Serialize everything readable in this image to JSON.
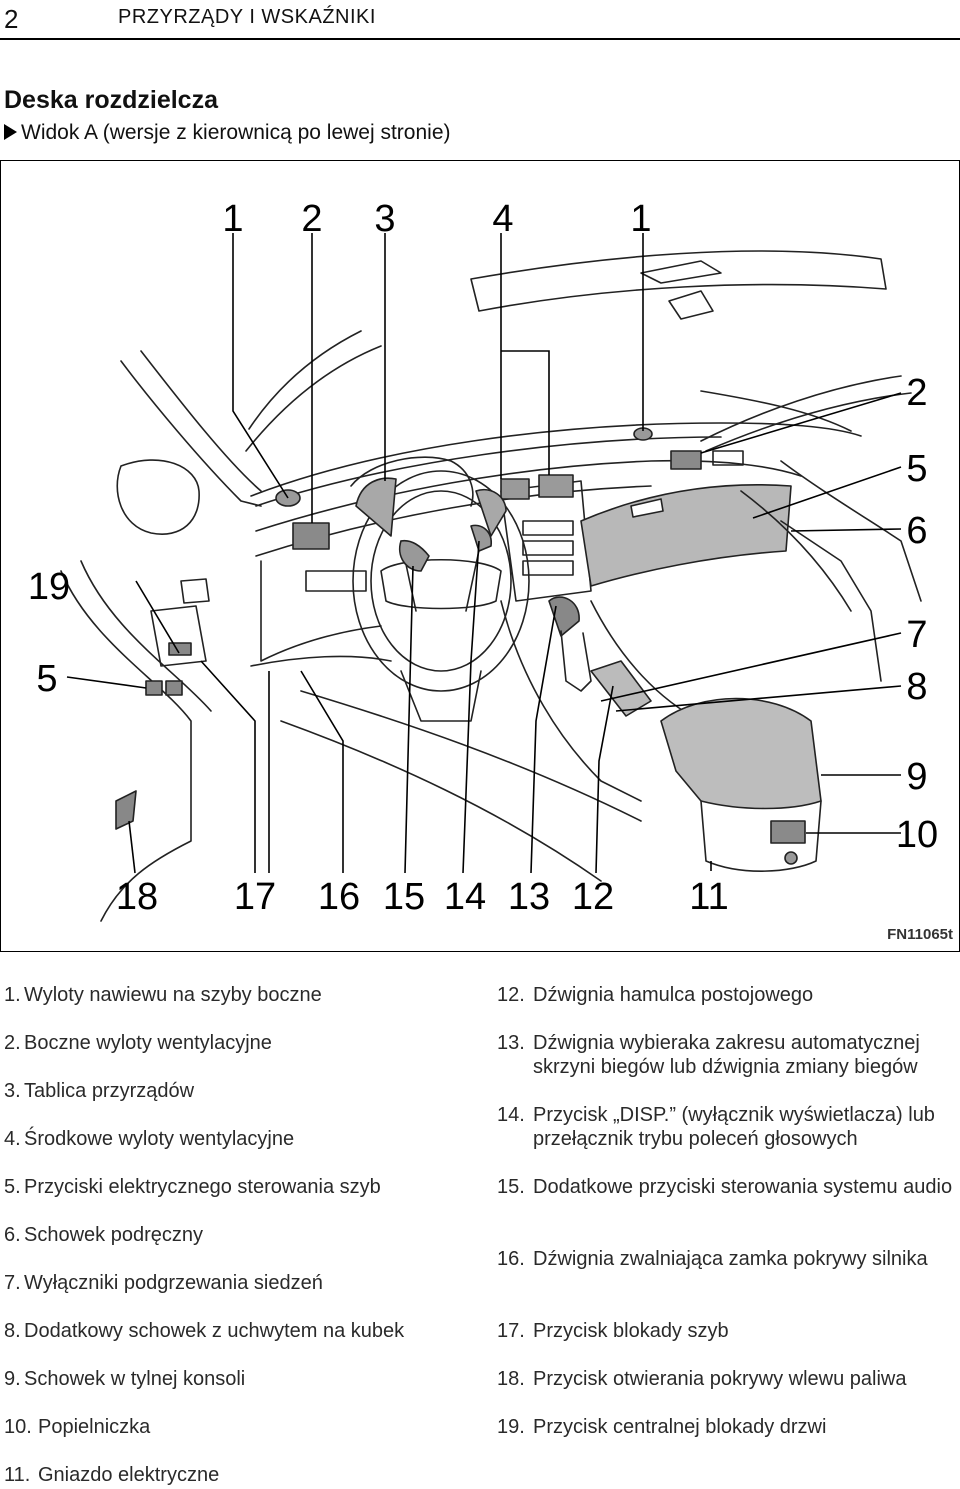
{
  "header": {
    "page_number": "2",
    "section": "PRZYRZĄDY I WSKAŹNIKI"
  },
  "title": "Deska rozdzielcza",
  "subtitle": "Widok A (wersje z kierownicą po lewej stronie)",
  "figure": {
    "code": "FN11065t",
    "callouts": {
      "top": [
        "1",
        "2",
        "3",
        "4",
        "1"
      ],
      "right": [
        "2",
        "5",
        "6",
        "7",
        "8",
        "9",
        "10"
      ],
      "left": [
        "19",
        "5"
      ],
      "bottom": [
        "18",
        "17",
        "16",
        "15",
        "14",
        "13",
        "12",
        "11"
      ]
    }
  },
  "legend_left": [
    {
      "num": "1.",
      "text": "Wyloty nawiewu na szyby boczne"
    },
    {
      "num": "2.",
      "text": "Boczne wyloty wentylacyjne"
    },
    {
      "num": "3.",
      "text": "Tablica przyrządów"
    },
    {
      "num": "4.",
      "text": "Środkowe wyloty wentylacyjne"
    },
    {
      "num": "5.",
      "text": "Przyciski elektrycznego sterowania szyb"
    },
    {
      "num": "6.",
      "text": "Schowek podręczny"
    },
    {
      "num": "7.",
      "text": "Wyłączniki podgrzewania siedzeń"
    },
    {
      "num": "8.",
      "text": "Dodatkowy schowek z uchwytem na kubek"
    },
    {
      "num": "9.",
      "text": "Schowek w tylnej konsoli"
    },
    {
      "num": "10.",
      "text": "Popielniczka"
    },
    {
      "num": "11.",
      "text": "Gniazdo elektryczne"
    }
  ],
  "legend_right": [
    {
      "num": "12.",
      "text": "Dźwignia hamulca postojowego"
    },
    {
      "num": "13.",
      "text": "Dźwignia wybieraka zakresu automatycznej skrzyni biegów lub dźwignia zmiany biegów"
    },
    {
      "num": "14.",
      "text": "Przycisk „DISP.” (wyłącznik wyświetlacza) lub przełącznik trybu poleceń głosowych"
    },
    {
      "num": "15.",
      "text": "Dodatkowe przyciski sterowania systemu audio"
    },
    {
      "num": "16.",
      "text": "Dźwignia zwalniająca zamka pokrywy silnika"
    },
    {
      "num": "17.",
      "text": "Przycisk blokady szyb"
    },
    {
      "num": "18.",
      "text": "Przycisk otwierania pokrywy wlewu paliwa"
    },
    {
      "num": "19.",
      "text": "Przycisk centralnej blokady drzwi"
    }
  ]
}
